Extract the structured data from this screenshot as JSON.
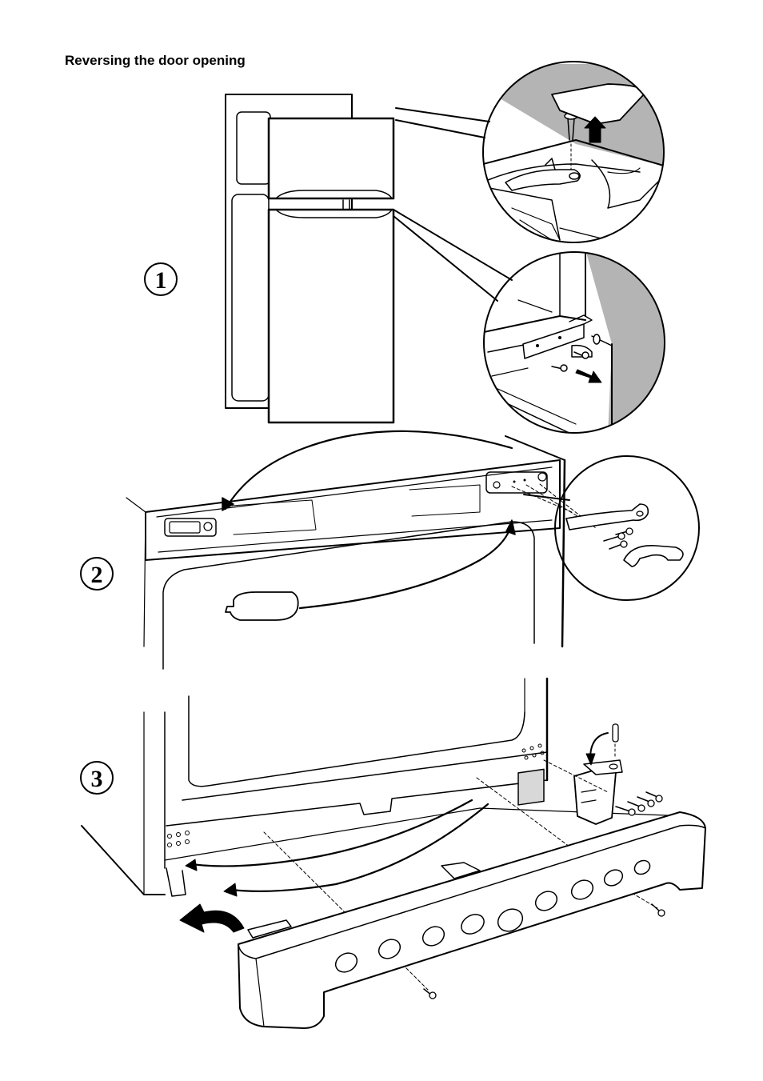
{
  "page": {
    "title": "Reversing the door opening"
  },
  "steps": [
    {
      "number": "1"
    },
    {
      "number": "2"
    },
    {
      "number": "3"
    }
  ]
}
